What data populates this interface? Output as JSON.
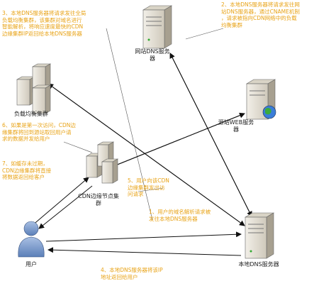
{
  "nodes": {
    "website_dns": "网站DNS服务\n器",
    "load_balancer": "负载均衡集群",
    "origin_web": "源站WEB服务\n器",
    "cdn_edge": "CDN边缘节点集\n群",
    "user": "用户",
    "local_dns": "本地DNS服务器"
  },
  "steps": {
    "s1": "1、用户的域名解析请求被\n发往本地DNS服务器",
    "s2": "2、本地DNS服务器将请求发往网\n站DNS服务器，通过CNAME机制\n，请求被指向CDN网络中的负载\n均衡集群",
    "s3": "3、本地DNS服务器将请求发往全局\n负载均衡集群，该集群对域名进行\n智能解析，将响应速度最快的CDN\n边缘集群IP返回给本地DNS服务器",
    "s4": "4、本地DNS服务器将该IP\n地址返回给用户",
    "s5": "5、用户向该CDN\n边缘集群发出访\n问请求",
    "s6": "6、如果是第一次访问，CDN边\n缘集群将回到源站取回用户请\n求的数据并发给用户",
    "s7": "7、如缓存未过期，\nCDN边缘集群将直接\n将数据返回给客户"
  },
  "colors": {
    "note": "#e8a317",
    "arrow": "#111111",
    "server_body": "#e4e0d6",
    "server_side": "#b8b2a2",
    "user_body": "#7f9cc8"
  }
}
